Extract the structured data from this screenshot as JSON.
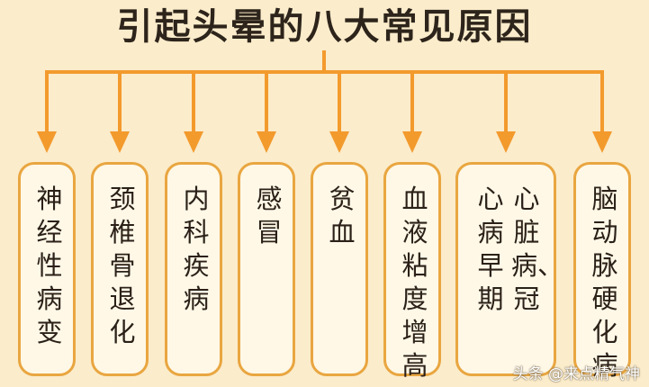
{
  "title": "引起头晕的八大常见原因",
  "colors": {
    "background": "#fbeccb",
    "accent": "#f39a2d",
    "box_border": "#e9a640",
    "text": "#2b2118"
  },
  "causes": [
    {
      "lines": [
        "神经性病变"
      ]
    },
    {
      "lines": [
        "颈椎骨退化"
      ]
    },
    {
      "lines": [
        "内科疾病"
      ]
    },
    {
      "lines": [
        "感冒"
      ]
    },
    {
      "lines": [
        "贫血"
      ]
    },
    {
      "lines": [
        "血液粘度增高"
      ]
    },
    {
      "lines": [
        "心脏病、冠",
        "心病早期"
      ]
    },
    {
      "lines": [
        "脑动脉硬化病"
      ]
    }
  ],
  "watermark": "头条 @来点精气神"
}
